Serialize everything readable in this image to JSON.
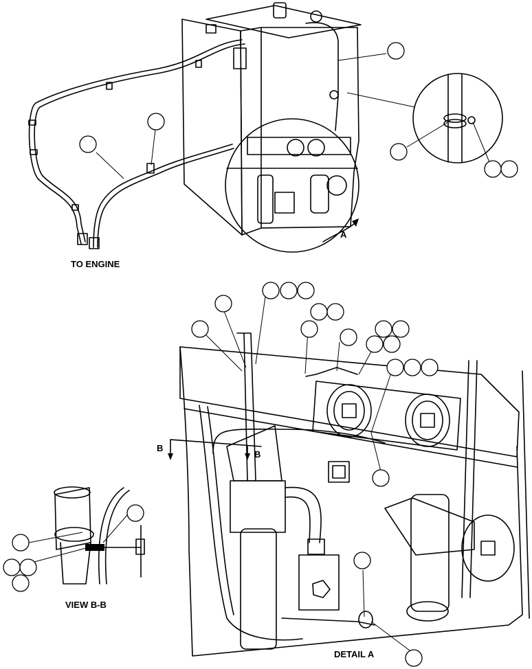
{
  "labels": {
    "to_engine": "TO ENGINE",
    "view_bb": "VIEW B-B",
    "detail_a": "DETAIL A",
    "arrow_a": "A",
    "section_b_left": "B",
    "section_b_right": "B"
  }
}
